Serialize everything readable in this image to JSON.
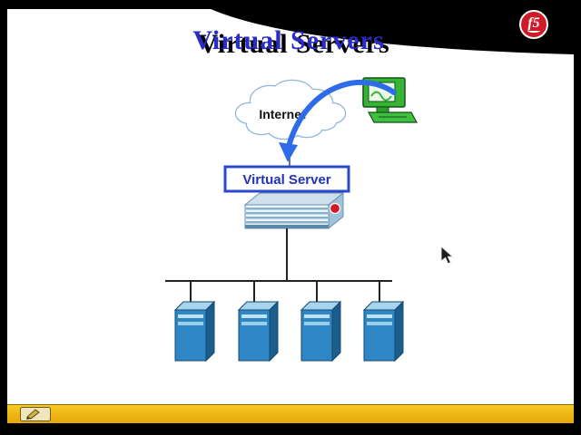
{
  "slide": {
    "title": "Virtual Servers",
    "logo_text": "f5"
  },
  "diagram": {
    "internet_label": "Internet",
    "virtual_server_label": "Virtual Server",
    "client_icon": "computer-icon",
    "appliance_icon": "f5-bigip-appliance-icon",
    "server_icon": "server-tower-icon",
    "server_count": 4
  },
  "toolbar": {
    "pen_tool_icon": "pen-tool-icon"
  },
  "cursor": {
    "icon": "mouse-pointer"
  },
  "colors": {
    "title_blue": "#2b2bc8",
    "box_border_blue": "#2b49c8",
    "box_text_blue": "#2233bb",
    "arrow_blue": "#2d6be8",
    "server_front_blue": "#2f86c4",
    "cloud_outline": "#8fb4d8",
    "computer_green": "#35b435",
    "logo_red": "#d11a28",
    "toolbar_gold": "#efb310",
    "swoosh_black": "#000000"
  }
}
